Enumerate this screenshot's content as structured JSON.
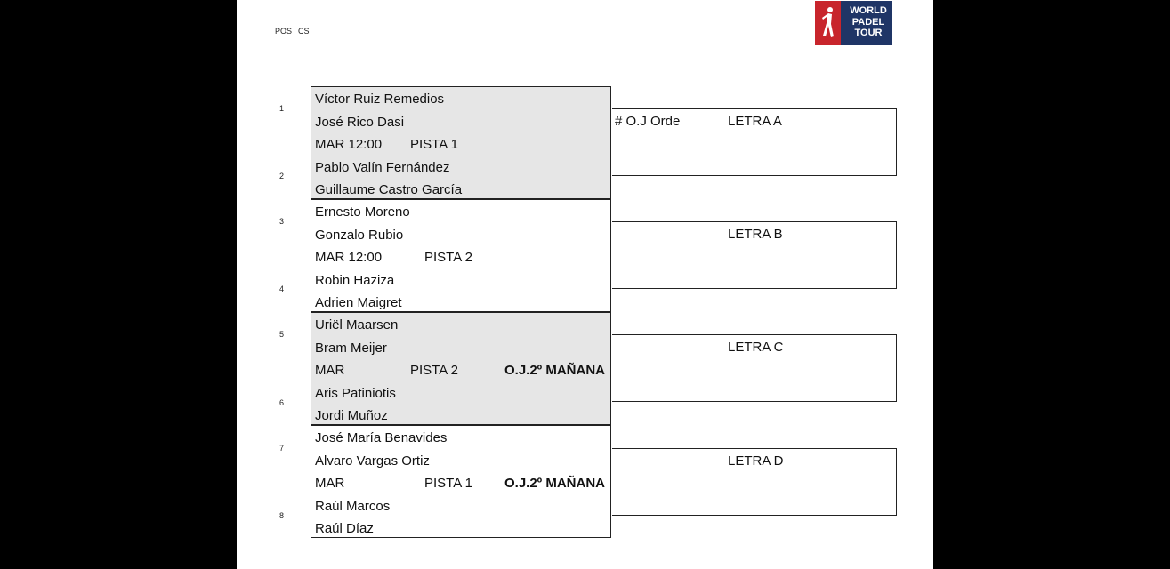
{
  "header": {
    "pos_label": "POS",
    "cs_label": "CS"
  },
  "logo": {
    "lines": [
      "WORLD",
      "PADEL",
      "TOUR"
    ]
  },
  "positions": [
    "1",
    "2",
    "3",
    "4",
    "5",
    "6",
    "7",
    "8"
  ],
  "matches": [
    {
      "team1": [
        "Víctor Ruiz Remedios",
        "José Rico Dasi"
      ],
      "day_time": "MAR 12:00",
      "court": "PISTA 1",
      "note": "",
      "team2": [
        "Pablo Valín Fernández",
        "Guillaume Castro García"
      ]
    },
    {
      "team1": [
        "Ernesto Moreno",
        "Gonzalo Rubio"
      ],
      "day_time": "MAR 12:00",
      "court": "PISTA 2",
      "note": "",
      "team2": [
        "Robin Haziza",
        "Adrien Maigret"
      ]
    },
    {
      "team1": [
        "Uriël Maarsen",
        "Bram Meijer"
      ],
      "day_time": "MAR",
      "court": "PISTA 2",
      "note": "O.J.2º MAÑANA",
      "team2": [
        "Aris Patiniotis",
        "Jordi Muñoz"
      ]
    },
    {
      "team1": [
        "José María Benavides",
        "Alvaro Vargas Ortiz"
      ],
      "day_time": "MAR",
      "court": "PISTA 1",
      "note": "O.J.2º MAÑANA",
      "team2": [
        "Raúl Marcos",
        "Raúl Díaz"
      ]
    }
  ],
  "results": [
    {
      "prefix": "# O.J Orde",
      "letter": "LETRA A"
    },
    {
      "prefix": "",
      "letter": "LETRA B"
    },
    {
      "prefix": "",
      "letter": "LETRA C"
    },
    {
      "prefix": "",
      "letter": "LETRA D"
    }
  ]
}
